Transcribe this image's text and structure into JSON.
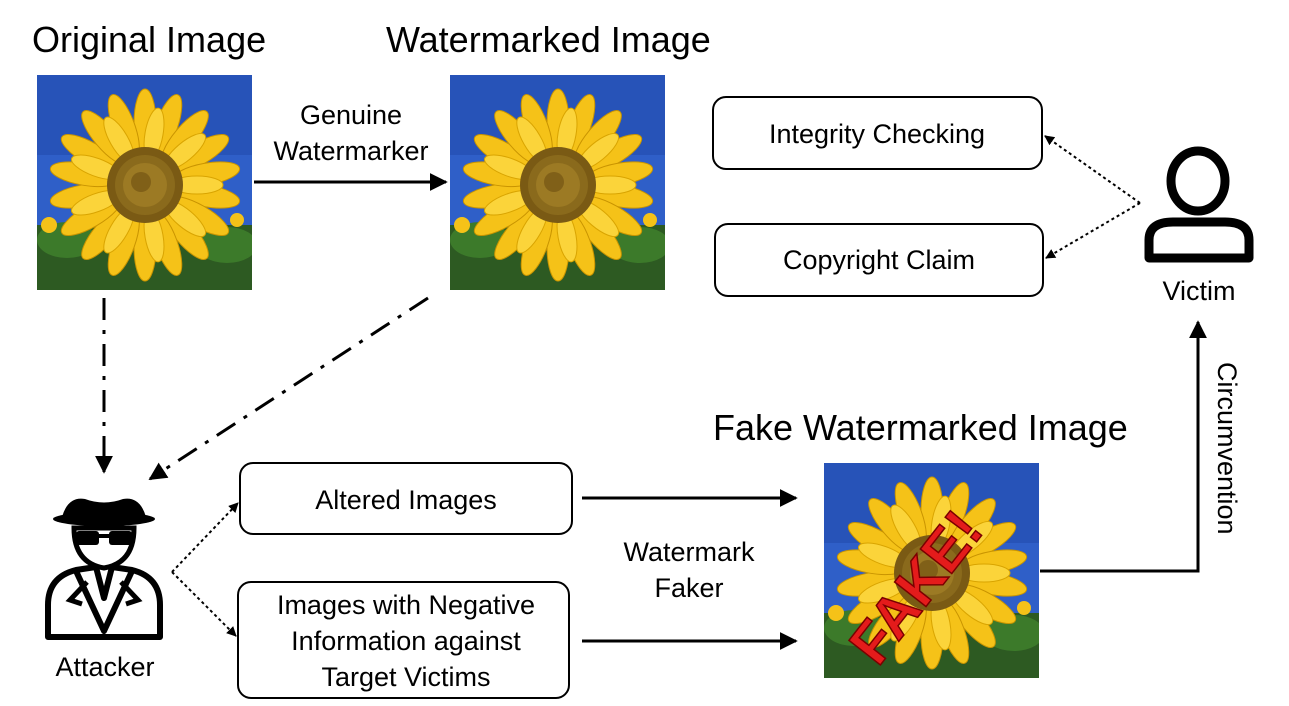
{
  "titles": {
    "original": "Original Image",
    "watermarked": "Watermarked Image",
    "fake": "Fake Watermarked Image"
  },
  "edges": {
    "genuine_line1": "Genuine",
    "genuine_line2": "Watermarker",
    "faker_line1": "Watermark",
    "faker_line2": "Faker",
    "circumvention": "Circumvention"
  },
  "boxes": {
    "integrity": "Integrity Checking",
    "copyright": "Copyright Claim",
    "altered": "Altered Images",
    "negative_line1": "Images with Negative",
    "negative_line2": "Information against",
    "negative_line3": "Target Victims"
  },
  "actors": {
    "victim": "Victim",
    "attacker": "Attacker"
  },
  "stamp": {
    "text": "FAKE!"
  },
  "colors": {
    "sky": "#2f5fc8",
    "petal": "#f5c218",
    "center": "#7a5a14",
    "foliage": "#2d5a22",
    "stamp": "#e41b1b"
  }
}
